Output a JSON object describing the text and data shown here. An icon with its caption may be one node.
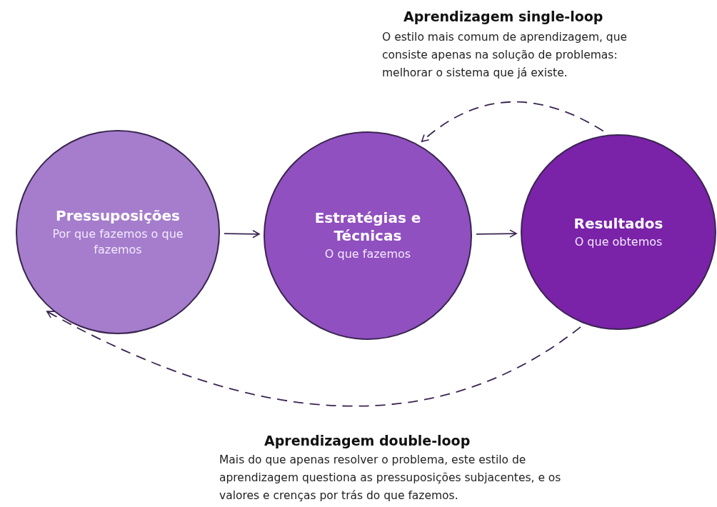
{
  "diagram": {
    "nodes": [
      {
        "text": [
          "Pressuposições",
          "Por que fazemos o que fazemos"
        ]
      },
      {
        "text": [
          "Estratégias e Técnicas",
          "O que fazemos"
        ]
      },
      {
        "text": [
          "Resultados",
          "O que obtemos"
        ]
      }
    ],
    "edges": [
      {
        "from": 0,
        "to": 1,
        "arrow": "to"
      },
      {
        "from": 1,
        "to": 2,
        "arrow": "to"
      },
      {
        "from": 2,
        "to": 1,
        "arrow": "to",
        "style": "dashed"
      },
      {
        "from": 2,
        "to": 0,
        "arrow": "to",
        "style": "dashed"
      }
    ],
    "labels": [
      "Aprendizagem single-loop",
      "O estilo mais comum de aprendizagem, que consiste apenas na solução de problemas: melhorar o sistema que já existe.",
      "Aprendizagem double-loop",
      "Mais do que apenas resolver o problema, este estilo de aprendizagem questiona as pressuposições subjacentes, e os valores e crenças por trás do que fazemos."
    ]
  }
}
